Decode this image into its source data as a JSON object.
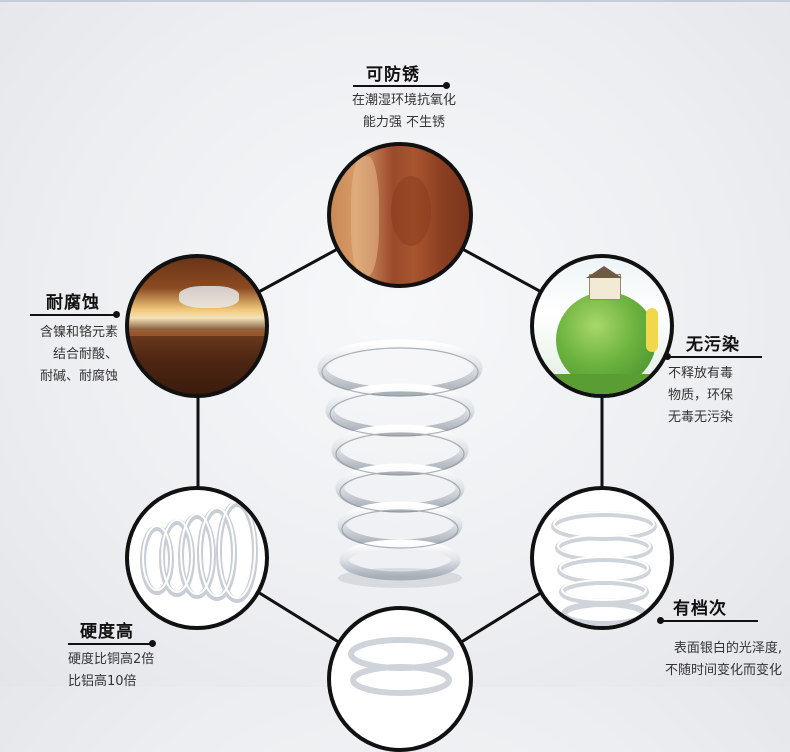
{
  "features": {
    "rust": {
      "title": "可防锈",
      "lines": [
        "在潮湿环境抗氧化",
        "能力强  不生锈"
      ]
    },
    "corrosion": {
      "title": "耐腐蚀",
      "lines": [
        "含镍和铬元素",
        "结合耐酸、",
        "耐碱、耐腐蚀"
      ]
    },
    "pollution": {
      "title": "无污染",
      "lines": [
        "不释放有毒",
        "物质，环保",
        "无毒无污染"
      ]
    },
    "hardness": {
      "title": "硬度高",
      "lines": [
        "硬度比铜高2倍",
        "比铝高10倍"
      ]
    },
    "grade": {
      "title": "有档次",
      "lines": [
        "表面银白的光泽度,",
        "不随时间变化而变化"
      ]
    }
  },
  "colors": {
    "line": "#111111",
    "text": "#333333",
    "background": "#eceef1"
  }
}
